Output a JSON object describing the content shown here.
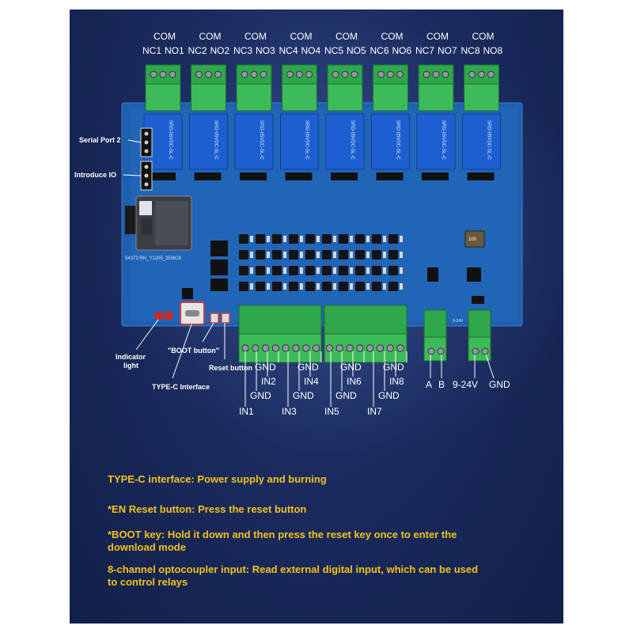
{
  "relay_terminals": [
    {
      "com": "COM",
      "nc": "NC1",
      "no": "NO1"
    },
    {
      "com": "COM",
      "nc": "NC2",
      "no": "NO2"
    },
    {
      "com": "COM",
      "nc": "NC3",
      "no": "NO3"
    },
    {
      "com": "COM",
      "nc": "NC4",
      "no": "NO4"
    },
    {
      "com": "COM",
      "nc": "NC5",
      "no": "NO5"
    },
    {
      "com": "COM",
      "nc": "NC6",
      "no": "NO6"
    },
    {
      "com": "COM",
      "nc": "NC7",
      "no": "NO7"
    },
    {
      "com": "COM",
      "nc": "NC8",
      "no": "NO8"
    }
  ],
  "relay_marking": "SRD-05VDC-SL-C",
  "module_marking": "54373 RN_Y1205_250828",
  "power_marking": "9-24V",
  "side_labels": {
    "serial_port": "Serial Port 2",
    "introduce_io": "Introduce IO",
    "indicator": "Indicator light",
    "boot": "\"BOOT button\"",
    "reset": "Reset button",
    "typec": "TYPE-C Interface"
  },
  "inputs_bottom": [
    "IN1",
    "IN3",
    "IN5",
    "IN7"
  ],
  "inputs_mid": [
    "IN2",
    "IN4",
    "IN6",
    "IN8"
  ],
  "gnd": "GND",
  "rs485": {
    "a": "A",
    "b": "B"
  },
  "power": {
    "voltage": "9-24V",
    "gnd": "GND"
  },
  "notes": [
    "TYPE-C interface: Power supply and burning",
    "*EN Reset button: Press the reset button",
    "*BOOT key: Hold it down and then press the reset key once to enter the download mode",
    "8-channel optocoupler input: Read external digital input, which can be used to control relays"
  ]
}
